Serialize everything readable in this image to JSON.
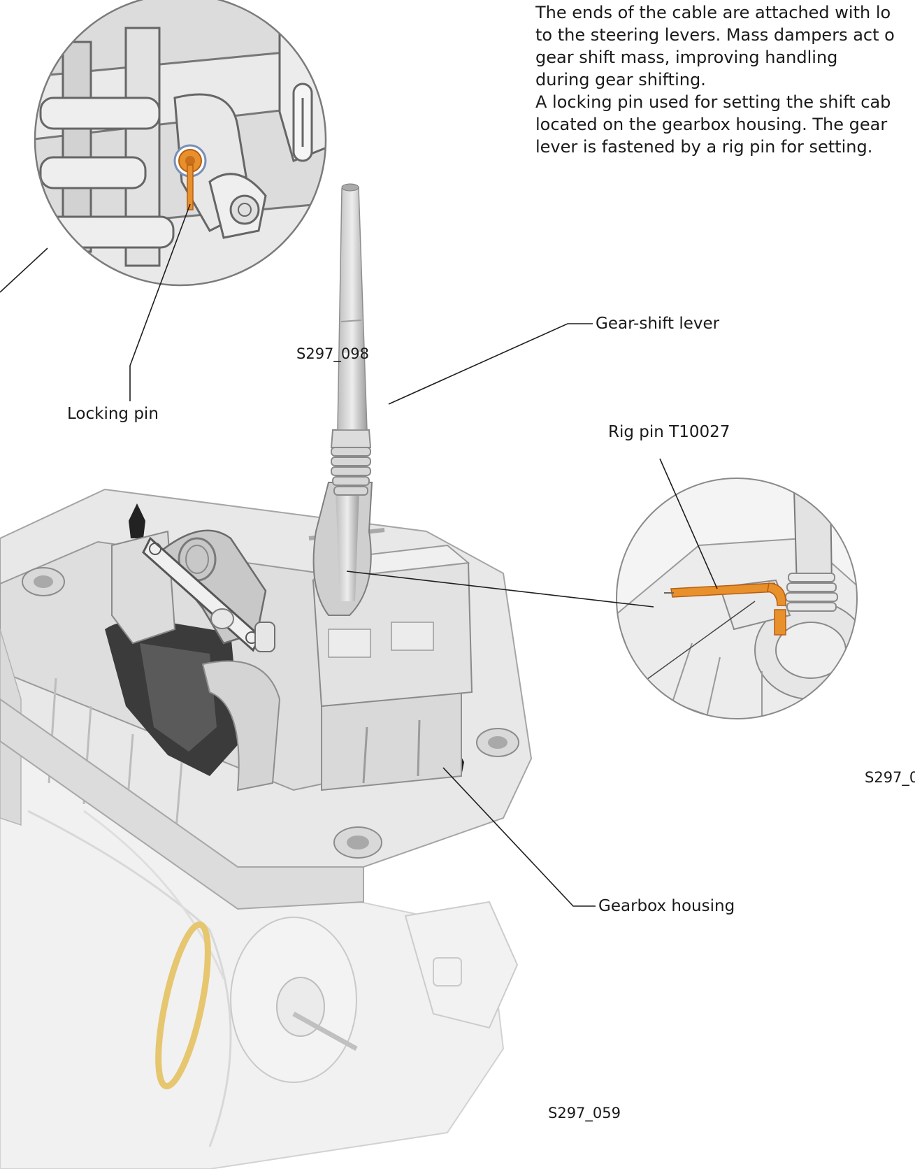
{
  "description": {
    "lines": [
      "The ends of the cable are attached with lo",
      "to the steering levers. Mass dampers act o",
      "gear shift mass, improving handling",
      "during gear shifting.",
      "A locking pin used for setting the shift cab",
      "located on the gearbox housing. The gear",
      "lever is fastened by a rig pin for setting."
    ]
  },
  "labels": {
    "gear_shift_lever": "Gear-shift lever",
    "locking_pin": "Locking pin",
    "rig_pin": "Rig pin T10027",
    "gearbox_housing": "Gearbox housing"
  },
  "figure_codes": {
    "detail_top": "S297_098",
    "detail_right": "S297_0",
    "main": "S297_059"
  },
  "colors": {
    "highlight": "#e8902c",
    "housing": "#e6e6e6",
    "outline": "#6c6c6c"
  }
}
